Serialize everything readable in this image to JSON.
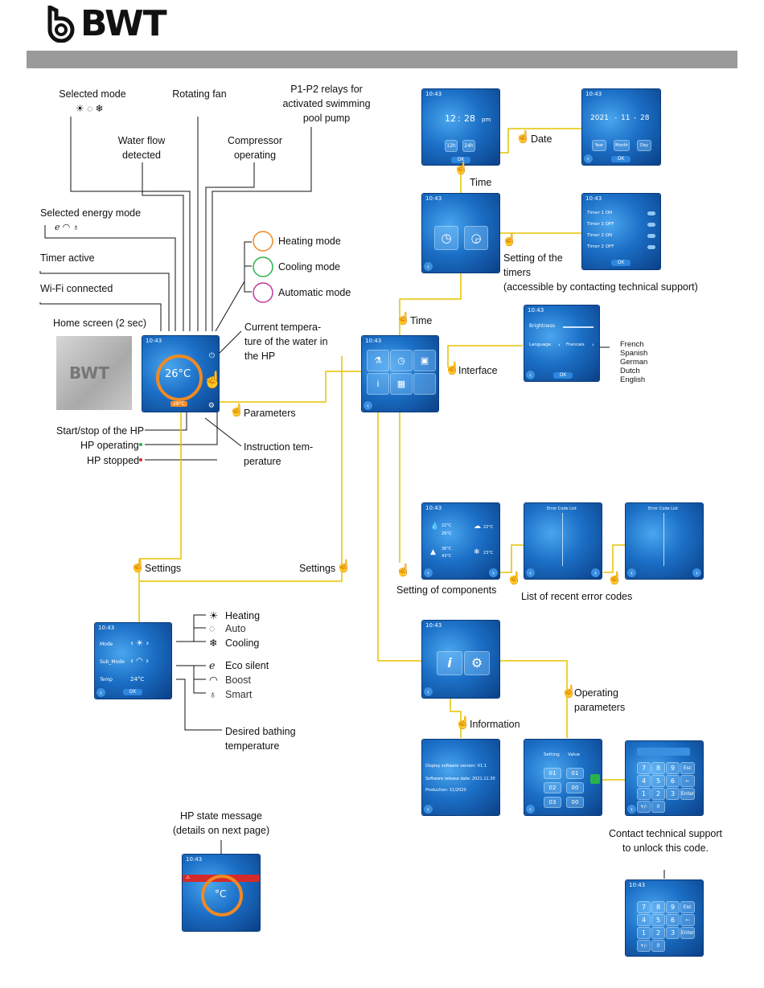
{
  "brand": {
    "name": "BWT"
  },
  "labels": {
    "selected_mode": "Selected mode",
    "rotating_fan": "Rotating fan",
    "relays_1": "P1-P2 relays for",
    "relays_2": "activated swimming",
    "relays_3": "pool pump",
    "water_flow_1": "Water flow",
    "water_flow_2": "detected",
    "compressor_1": "Compressor",
    "compressor_2": "operating",
    "energy_mode": "Selected energy mode",
    "timer_active": "Timer active",
    "wifi": "Wi-Fi connected",
    "home_screen": "Home screen (2 sec)",
    "heating_mode": "Heating mode",
    "cooling_mode": "Cooling mode",
    "automatic_mode": "Automatic mode",
    "current_temp_1": "Current tempera-",
    "current_temp_2": "ture of the water in",
    "current_temp_3": "the HP",
    "parameters": "Parameters",
    "start_stop": "Start/stop of the HP",
    "hp_operating": "HP operating",
    "hp_stopped": "HP stopped",
    "instruction_1": "Instruction tem-",
    "instruction_2": "perature",
    "settings_left": "Settings",
    "settings_right": "Settings",
    "heating": "Heating",
    "auto": "Auto",
    "cooling": "Cooling",
    "eco_silent": "Eco silent",
    "boost": "Boost",
    "smart": "Smart",
    "desired_1": "Desired bathing",
    "desired_2": "temperature",
    "state_msg_1": "HP state message",
    "state_msg_2": "(details on next page)",
    "date": "Date",
    "time_top": "Time",
    "timers_1": "Setting of the",
    "timers_2": "timers",
    "timers_3": "(accessible by contacting technical support)",
    "time_mid": "Time",
    "interface": "Interface",
    "lang_1": "French",
    "lang_2": "Spanish",
    "lang_3": "German",
    "lang_4": "Dutch",
    "lang_5": "English",
    "components": "Setting of components",
    "error_codes": "List of recent error codes",
    "information": "Information",
    "operating_1": "Operating",
    "operating_2": "parameters",
    "contact_1": "Contact technical support",
    "contact_2": "to unlock this code."
  },
  "screens": {
    "status_bar": "10:43",
    "home_temp": "26°C",
    "home_setpoint": "28°C",
    "time_hour": "12",
    "time_min": "28",
    "time_ampm": "pm",
    "time_12h": "12h",
    "time_24h": "24h",
    "ok": "OK",
    "date_year": "2021",
    "date_month": "11",
    "date_day": "28",
    "date_btn_year": "Year",
    "date_btn_month": "Month",
    "date_btn_day": "Day",
    "timer_1": "Timer 1 ON",
    "timer_2": "Timer 1 OFF",
    "timer_3": "Timer 2 ON",
    "timer_4": "Timer 2 OFF",
    "brightness": "Brightness",
    "language": "Language",
    "language_value": "Francais",
    "error_title": "Error Code List",
    "settings_mode": "Mode",
    "settings_submode": "Sub_Mode",
    "settings_temp": "Temp",
    "settings_temp_value": "24°C",
    "info_line_1": "Display software version: V1.1",
    "info_line_2": "Software release date: 2021.11.30",
    "info_line_3": "Production: 11/2020",
    "param_setting": "Setting",
    "param_value": "Value",
    "param_rows": [
      [
        "01",
        "01"
      ],
      [
        "02",
        "00"
      ],
      [
        "03",
        "00"
      ]
    ],
    "key_esc": "Esc",
    "key_enter": "Enter",
    "key_dot": "+/-",
    "keypad": [
      "7",
      "8",
      "9",
      "4",
      "5",
      "6",
      "1",
      "2",
      "3",
      "0"
    ],
    "comp_t1": "22°C",
    "comp_t2": "26°C",
    "comp_t3": "22°C",
    "comp_t4": "23°C",
    "comp_t5": "36°C",
    "comp_t6": "43°C",
    "state_temp": "°C"
  },
  "colors": {
    "heating": "#f08a24",
    "cooling": "#2bb24c",
    "automatic": "#c0399b",
    "connector": "#e5c400"
  }
}
